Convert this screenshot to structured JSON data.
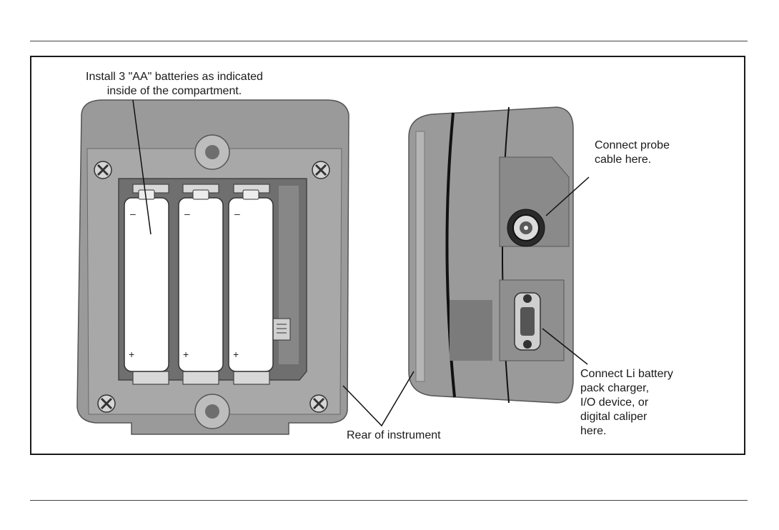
{
  "callouts": {
    "batteries": [
      "Install 3 \"AA\" batteries as indicated",
      "inside of the compartment."
    ],
    "probe": [
      "Connect probe",
      "cable here."
    ],
    "charger": [
      "Connect Li battery",
      "pack charger,",
      "I/O device, or",
      "digital caliper",
      "here."
    ],
    "rear": "Rear of instrument"
  },
  "battery_marks": {
    "minus": "–",
    "plus": "+"
  }
}
